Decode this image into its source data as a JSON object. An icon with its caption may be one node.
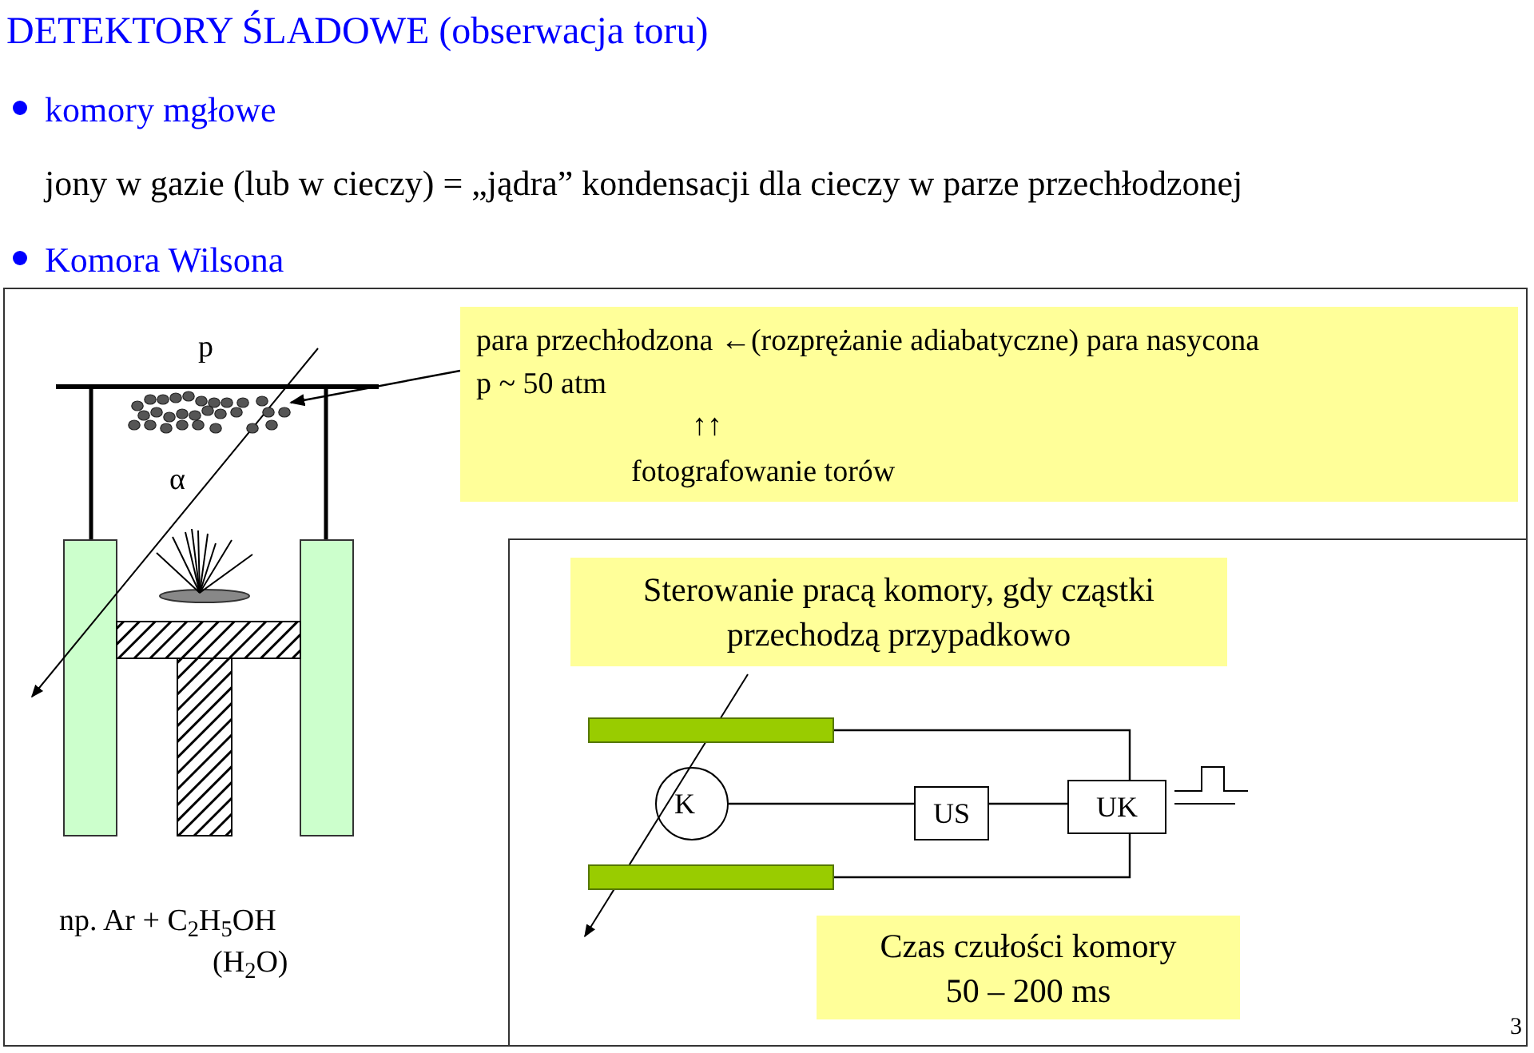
{
  "diagram": {
    "title": "DETEKTORY ŚLADOWE (obserwacja toru)",
    "nodes": [
      {
        "text": [
          "para przechłodzona ←(rozprężanie adiabatyczne) para nasycona",
          "p ~ 50 atm",
          "↑↑",
          "fotografowanie torów"
        ]
      },
      {
        "text": [],
        "shape": "picture"
      },
      {
        "text": [
          "Sterowanie pracą komory, gdy cząstki przechodzą przypadkowo"
        ]
      },
      {
        "text": [
          "K"
        ]
      },
      {
        "text": [
          "US"
        ]
      },
      {
        "text": [
          "UK"
        ]
      },
      {
        "text": [],
        "shape": "bar"
      },
      {
        "text": [],
        "shape": "bar"
      },
      {
        "text": [
          "Czas czułości komory",
          "50 – 200 ms"
        ]
      }
    ],
    "edges": [
      {
        "from": 0,
        "to": 1,
        "arrow": "to"
      },
      {
        "from": 3,
        "to": 4,
        "arrow": "none"
      },
      {
        "from": 4,
        "to": 5,
        "arrow": "none"
      },
      {
        "from": 6,
        "to": 5,
        "arrow": "none"
      },
      {
        "from": 7,
        "to": 5,
        "arrow": "none"
      }
    ],
    "labels": [
      "komory mgłowe",
      "jony w gazie (lub w cieczy) = „jądra” kondensacji dla cieczy w parze przechłodzonej",
      "Komora Wilsona",
      "p",
      "α",
      "np. Ar + C$_{2}$H$_{5}$OH",
      "(H$_{2}$O)",
      "3"
    ]
  }
}
